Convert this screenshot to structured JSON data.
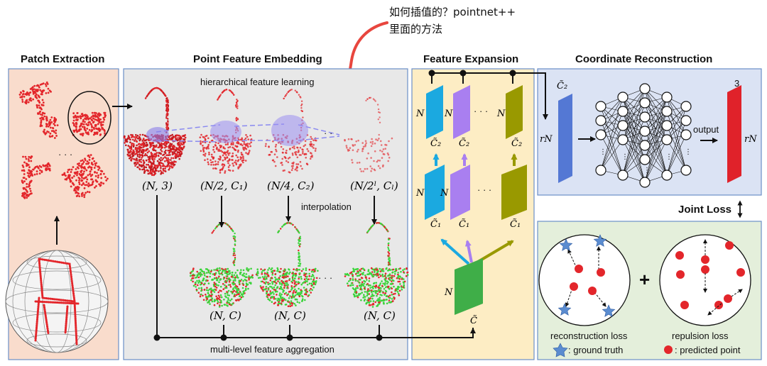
{
  "annotation": {
    "line1": "如何插值的？pointnet++",
    "line2": "里面的方法",
    "color": "#e8463e"
  },
  "sections": {
    "patch_extraction": "Patch Extraction",
    "point_feature_embedding": "Point Feature Embedding",
    "feature_expansion": "Feature Expansion",
    "coordinate_reconstruction": "Coordinate Reconstruction"
  },
  "embedding": {
    "hierarchical_label": "hierarchical feature learning",
    "interpolation_label": "interpolation",
    "aggregation_label": "multi-level feature aggregation",
    "top_labels": [
      "(N, 3)",
      "(N/2, C₁)",
      "(N/4, C₂)",
      "(N/2ˡ, Cₗ)"
    ],
    "bottom_labels": [
      "(N, C)",
      "(N, C)",
      "(N, C)"
    ],
    "ellipsis": "· · ·"
  },
  "expansion": {
    "N": "N",
    "C2": "C̃₂",
    "C1": "C̃₁",
    "C": "C̃",
    "dots": "· · ·"
  },
  "reconstruction": {
    "input_top": "C̃₂",
    "input_side": "rN",
    "output_label": "output",
    "output_top": "3",
    "output_side": "rN"
  },
  "loss": {
    "joint": "Joint Loss",
    "reconstruction": "reconstruction loss",
    "repulsion": "repulsion loss",
    "ground_truth": ": ground truth",
    "predicted": ": predicted point",
    "plus": "+"
  },
  "colors": {
    "patch_bg": "#f9dccc",
    "embed_bg": "#e8e8e8",
    "expand_bg": "#fdedc4",
    "recon_bg": "#dbe3f4",
    "loss_bg": "#e4efdb",
    "panel_border": "#6b8fc7",
    "cyan": "#1ba9e0",
    "purple": "#a97ff0",
    "olive": "#999900",
    "green": "#3fae48",
    "blue_bar": "#5478d4",
    "red_bar": "#e0222a",
    "point_red": "#e3262b",
    "point_green": "#3bd43b",
    "star_blue": "#5b8cd0"
  }
}
